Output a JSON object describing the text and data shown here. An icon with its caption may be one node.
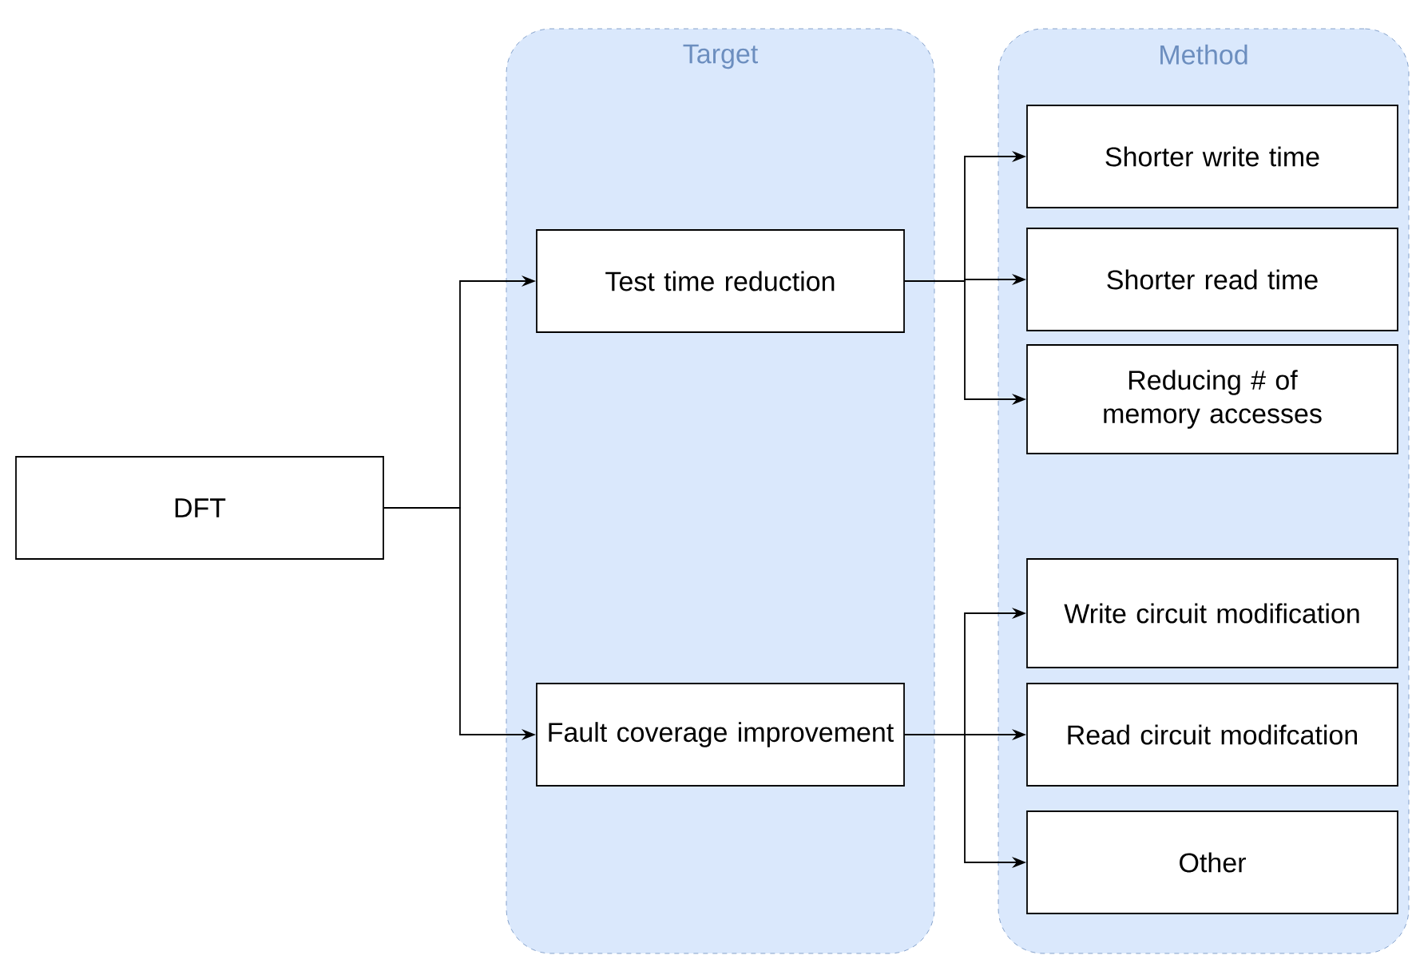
{
  "diagram": {
    "nodes": [
      {
        "text": [
          "Target"
        ]
      },
      {
        "text": [
          "Method"
        ]
      },
      {
        "text": [
          "DFT"
        ]
      },
      {
        "text": [
          "Test time reduction"
        ],
        "in": 0
      },
      {
        "text": [
          "Fault coverage improvement"
        ],
        "in": 0
      },
      {
        "text": [
          "Shorter write time"
        ],
        "in": 1
      },
      {
        "text": [
          "Shorter read time"
        ],
        "in": 1
      },
      {
        "text": [
          "Reducing # of memory accesses"
        ],
        "in": 1
      },
      {
        "text": [
          "Write circuit modification"
        ],
        "in": 1
      },
      {
        "text": [
          "Read circuit modifcation"
        ],
        "in": 1
      },
      {
        "text": [
          "Other"
        ],
        "in": 1
      }
    ],
    "edges": [
      {
        "from": 2,
        "to": 3,
        "arrow": "to"
      },
      {
        "from": 2,
        "to": 4,
        "arrow": "to"
      },
      {
        "from": 3,
        "to": 5,
        "arrow": "to"
      },
      {
        "from": 3,
        "to": 6,
        "arrow": "to"
      },
      {
        "from": 3,
        "to": 7,
        "arrow": "to"
      },
      {
        "from": 4,
        "to": 8,
        "arrow": "to"
      },
      {
        "from": 4,
        "to": 9,
        "arrow": "to"
      },
      {
        "from": 4,
        "to": 10,
        "arrow": "to"
      }
    ]
  }
}
